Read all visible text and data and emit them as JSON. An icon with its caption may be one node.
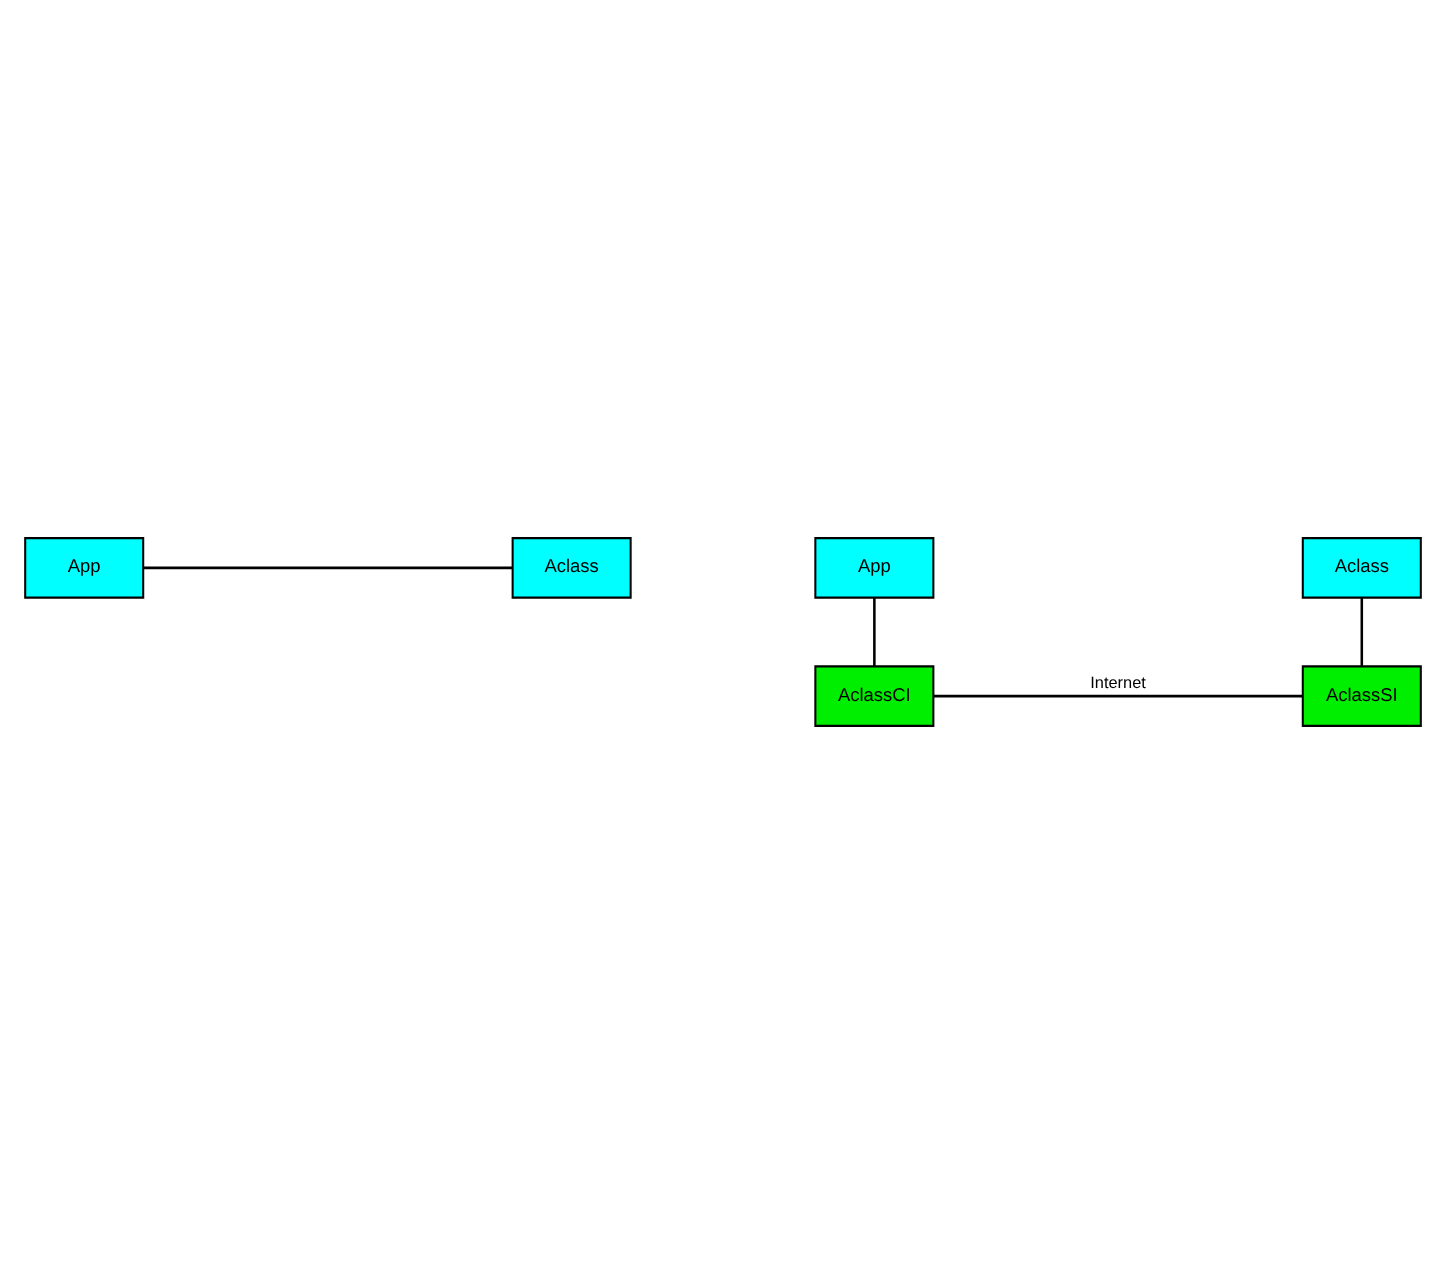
{
  "diagram": {
    "nodes": [
      {
        "text": [
          "App"
        ]
      },
      {
        "text": [
          "Aclass"
        ]
      },
      {
        "text": [
          "App"
        ]
      },
      {
        "text": [
          "Aclass"
        ]
      },
      {
        "text": [
          "AclassCI"
        ]
      },
      {
        "text": [
          "AclassSI"
        ]
      }
    ],
    "edges": [
      {
        "from": 0,
        "to": 1,
        "arrow": "none"
      },
      {
        "from": 2,
        "to": 4,
        "arrow": "none"
      },
      {
        "from": 3,
        "to": 5,
        "arrow": "none"
      },
      {
        "from": 4,
        "to": 5,
        "arrow": "none",
        "label": "Internet"
      }
    ]
  }
}
